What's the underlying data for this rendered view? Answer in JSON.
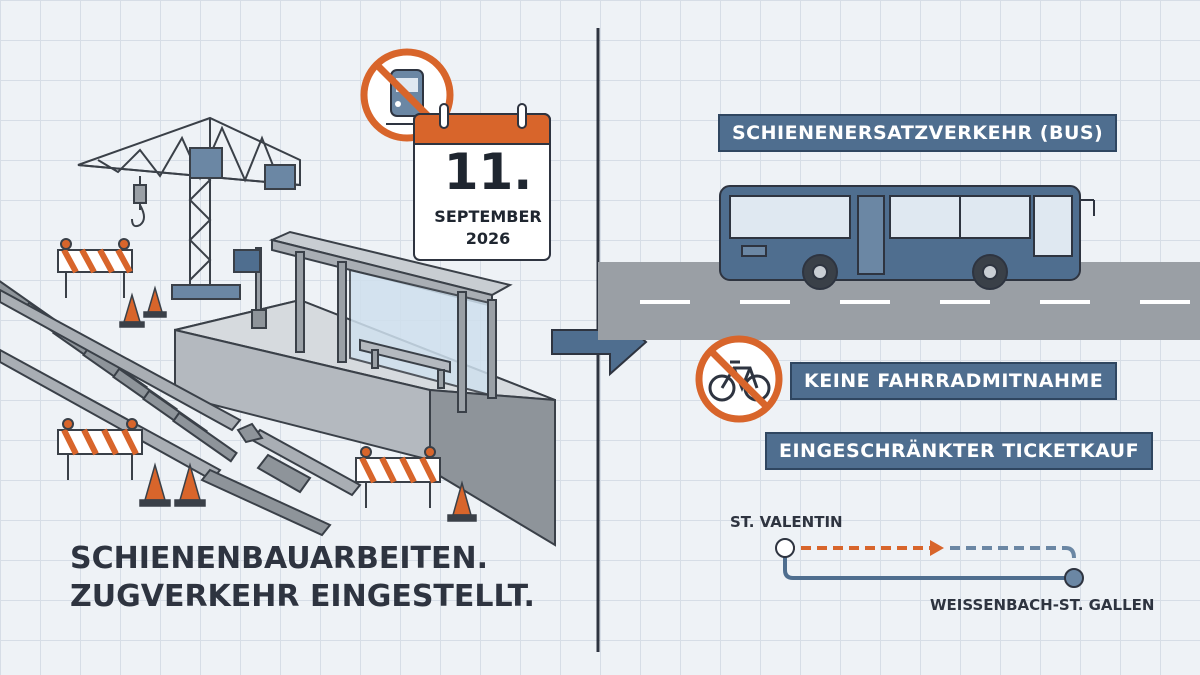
{
  "calendar": {
    "day": "11.",
    "month": "SEPTEMBER",
    "year": "2026"
  },
  "left": {
    "headline_line1": "SCHIENENBAUARBEITEN.",
    "headline_line2": "ZUGVERKEHR EINGESTELLT."
  },
  "right": {
    "replacement_service": "SCHIENENERSATZVERKEHR (BUS)",
    "no_bikes": "KEINE FAHRRADMITNAHME",
    "restricted_tickets": "EINGESCHRÄNKTER TICKETKAUF"
  },
  "route": {
    "from": "ST. VALENTIN",
    "to": "WEISSENBACH-ST. GALLEN"
  },
  "colors": {
    "accent_orange": "#d8652b",
    "steel_blue": "#4f6e8f",
    "dark_text": "#2e3440",
    "road_gray": "#9a9fa5"
  },
  "icons": [
    "no-train-icon",
    "calendar-icon",
    "crane-icon",
    "barrier-icon",
    "traffic-cone-icon",
    "bus-icon",
    "arrow-right-icon",
    "no-bicycle-icon",
    "route-icon"
  ]
}
